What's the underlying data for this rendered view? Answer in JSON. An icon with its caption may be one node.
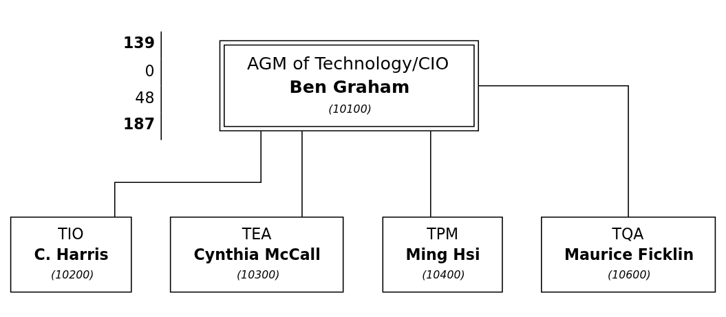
{
  "diagram": {
    "nodes": [
      {
        "text": [
          "AGM of Technology/CIO",
          "Ben Graham",
          "(10100)"
        ]
      },
      {
        "text": [
          "TIO",
          "C. Harris",
          "(10200)"
        ]
      },
      {
        "text": [
          "TEA",
          "Cynthia McCall",
          "(10300)"
        ]
      },
      {
        "text": [
          "TPM",
          "Ming Hsi",
          "(10400)"
        ]
      },
      {
        "text": [
          "TQA",
          "Maurice Ficklin",
          "(10600)"
        ]
      }
    ],
    "edges": [
      {
        "from": 0,
        "to": 1,
        "arrow": "none"
      },
      {
        "from": 0,
        "to": 2,
        "arrow": "none"
      },
      {
        "from": 0,
        "to": 3,
        "arrow": "none"
      },
      {
        "from": 0,
        "to": 4,
        "arrow": "none"
      }
    ],
    "labels": [
      "139",
      "0",
      "48",
      "187"
    ]
  }
}
